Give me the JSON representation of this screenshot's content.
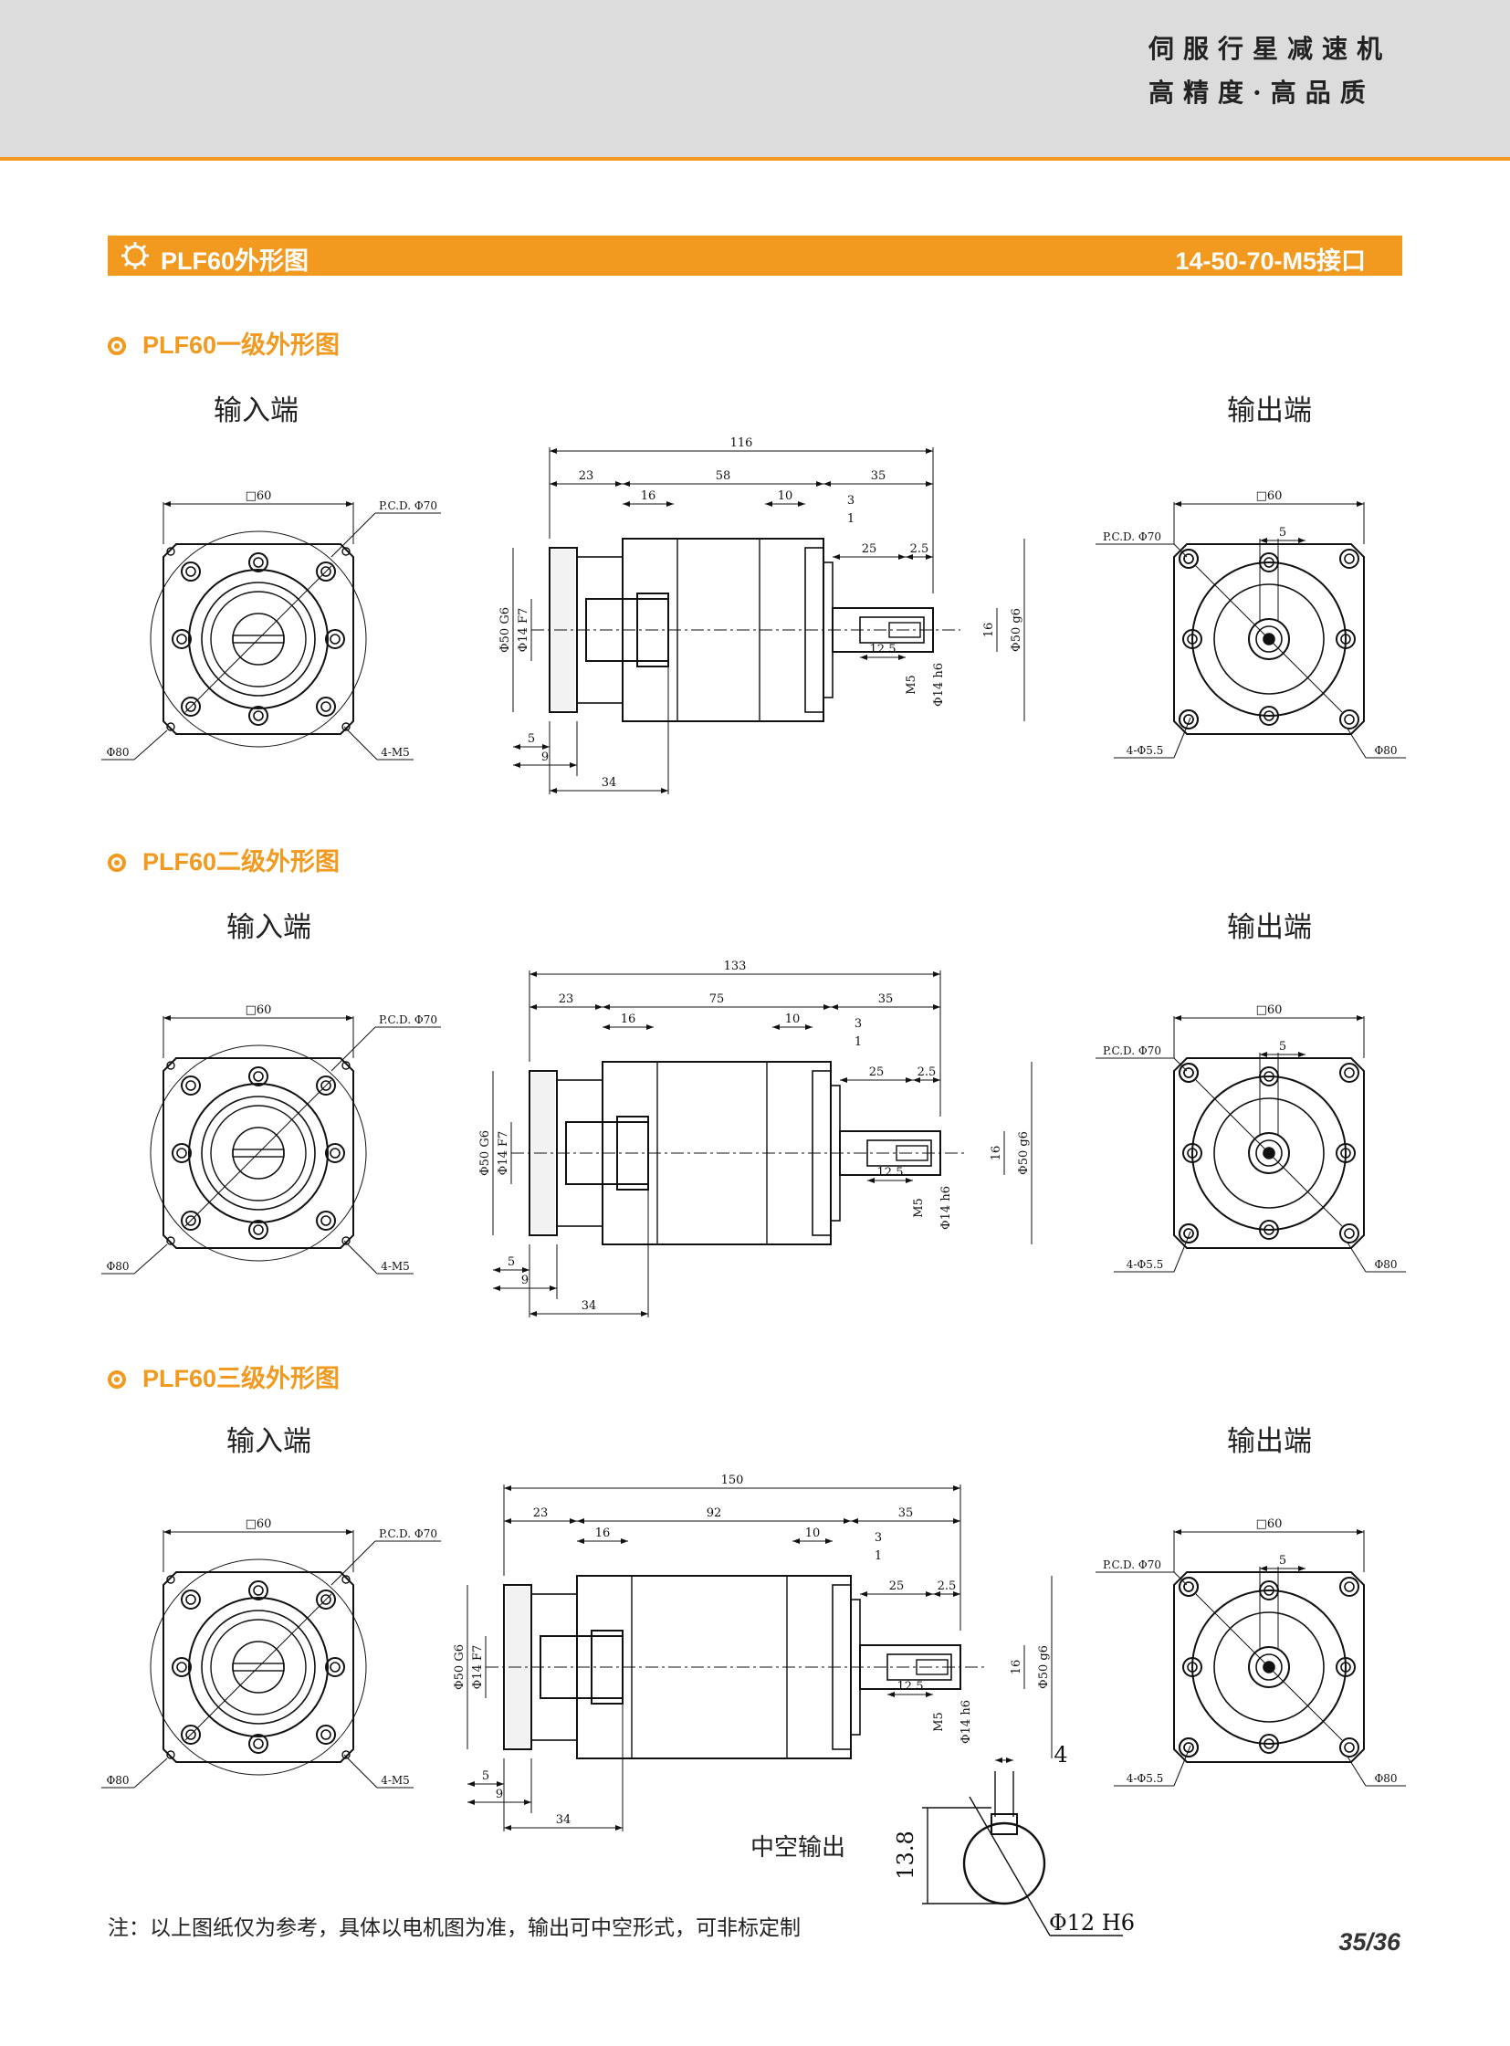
{
  "header": {
    "brand_line1": "伺服行星减速机",
    "brand_line2": "高精度·高品质"
  },
  "section_bar": {
    "title": "PLF60外形图",
    "interface": "14-50-70-M5接口"
  },
  "sections": [
    {
      "title": "PLF60一级外形图",
      "input_label": "输入端",
      "output_label": "输出端",
      "dims": {
        "total": "116",
        "a": "23",
        "b": "58",
        "c": "35",
        "d": "16",
        "e": "10",
        "f": "3",
        "g": "1",
        "h": "25",
        "i": "2.5",
        "j": "5",
        "k": "9",
        "l": "34",
        "m": "12.5",
        "n": "16",
        "o": "M5",
        "p": "Φ14 h6",
        "q": "Φ50 g6",
        "r": "Φ50 G6",
        "s": "Φ14 F7"
      },
      "flange": {
        "square": "□60",
        "pcd": "P.C.D. Φ70",
        "dia": "Φ80",
        "holes_in": "4-M5",
        "holes_out": "4-Φ5.5",
        "key": "5"
      }
    },
    {
      "title": "PLF60二级外形图",
      "input_label": "输入端",
      "output_label": "输出端",
      "dims": {
        "total": "133",
        "a": "23",
        "b": "75",
        "c": "35",
        "d": "16",
        "e": "10",
        "f": "3",
        "g": "1",
        "h": "25",
        "i": "2.5",
        "j": "5",
        "k": "9",
        "l": "34",
        "m": "12.5",
        "n": "16",
        "o": "M5",
        "p": "Φ14 h6",
        "q": "Φ50 g6",
        "r": "Φ50 G6",
        "s": "Φ14 F7"
      },
      "flange": {
        "square": "□60",
        "pcd": "P.C.D. Φ70",
        "dia": "Φ80",
        "holes_in": "4-M5",
        "holes_out": "4-Φ5.5",
        "key": "5"
      }
    },
    {
      "title": "PLF60三级外形图",
      "input_label": "输入端",
      "output_label": "输出端",
      "dims": {
        "total": "150",
        "a": "23",
        "b": "92",
        "c": "35",
        "d": "16",
        "e": "10",
        "f": "3",
        "g": "1",
        "h": "25",
        "i": "2.5",
        "j": "5",
        "k": "9",
        "l": "34",
        "m": "12.5",
        "n": "16",
        "o": "M5",
        "p": "Φ14 h6",
        "q": "Φ50 g6",
        "r": "Φ50 G6",
        "s": "Φ14 F7"
      },
      "flange": {
        "square": "□60",
        "pcd": "P.C.D. Φ70",
        "dia": "Φ80",
        "holes_in": "4-M5",
        "holes_out": "4-Φ5.5",
        "key": "5"
      }
    }
  ],
  "hollow_output": {
    "label": "中空输出",
    "key_width": "4",
    "height": "13.8",
    "bore": "Φ12 H6"
  },
  "footer": {
    "note": "注：以上图纸仅为参考，具体以电机图为准，输出可中空形式，可非标定制",
    "page": "35/36"
  }
}
